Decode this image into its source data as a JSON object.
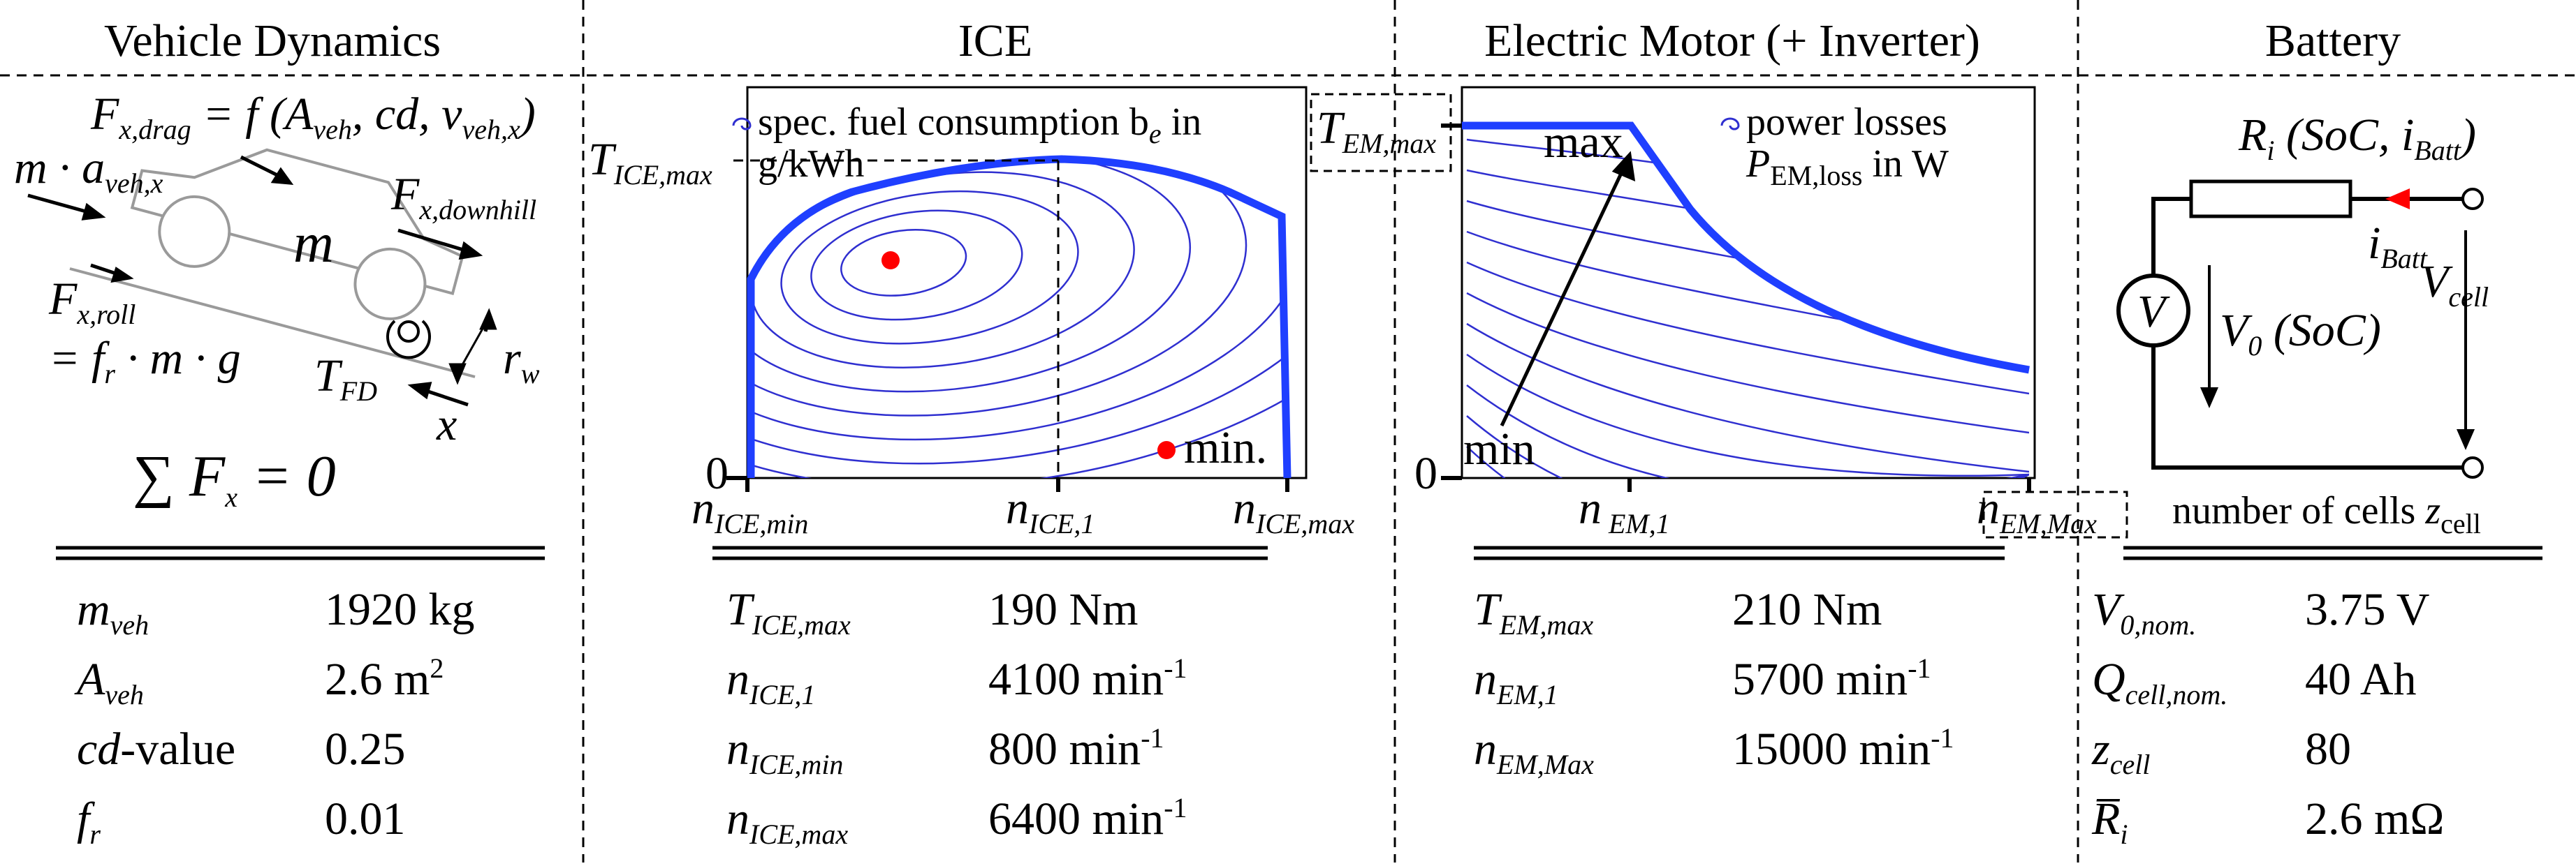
{
  "sections": [
    {
      "title": "Vehicle Dynamics"
    },
    {
      "title": "ICE"
    },
    {
      "title": "Electric Motor (+ Inverter)"
    },
    {
      "title": "Battery"
    }
  ],
  "colors": {
    "line": "#000000",
    "accent": "#1f3fff",
    "contour": "#2f2fd0",
    "marker": "#ff0000"
  },
  "vehicle": {
    "drag": {
      "sym": "F",
      "sub": "x,drag",
      "expr_a": " = f (A",
      "sub_a": "veh",
      "expr_b": ", cd, v",
      "sub_b": "veh,x",
      "expr_c": ")"
    },
    "mass_accel": {
      "sym": "m · a",
      "sub": "veh,x"
    },
    "downhill": {
      "sym": "F",
      "sub": "x,downhill"
    },
    "roll": {
      "sym": "F",
      "sub": "x,roll",
      "line2": "= f",
      "sub2": "r",
      "line2b": " · m · g"
    },
    "mass": "m",
    "final_drive": {
      "sym": "T",
      "sub": "FD"
    },
    "wheel_radius": {
      "sym": "r",
      "sub": "w"
    },
    "axis": "x",
    "equation": {
      "sym": "∑ F",
      "sub": "x",
      "rhs": " = 0"
    },
    "params": [
      {
        "sym": "m",
        "sub": "veh",
        "value": "1920 kg"
      },
      {
        "sym": "A",
        "sub": "veh",
        "value": "2.6 m",
        "sup": "2"
      },
      {
        "sym": "cd",
        "tail": "-value",
        "value": "0.25"
      },
      {
        "sym": "f",
        "sub": "r",
        "value": "0.01"
      }
    ]
  },
  "ice": {
    "legend_line1": "spec. fuel consumption b",
    "legend_sub": "e",
    "legend_tail": " in",
    "legend_line2": "g/kWh",
    "tmax": {
      "sym": "T",
      "sub": "ICE,max"
    },
    "zero": "0",
    "min_label": "min.",
    "ticks": [
      {
        "sym": "n",
        "sub": "ICE,min"
      },
      {
        "sym": "n",
        "sub": "ICE,1"
      },
      {
        "sym": "n",
        "sub": "ICE,max"
      }
    ],
    "params": [
      {
        "sym": "T",
        "sub": "ICE,max",
        "value": "190 Nm"
      },
      {
        "sym": "n",
        "sub": "ICE,1",
        "value": "4100 min",
        "sup": "-1"
      },
      {
        "sym": "n",
        "sub": "ICE,min",
        "value": "800 min",
        "sup": "-1"
      },
      {
        "sym": "n",
        "sub": "ICE,max",
        "value": "6400 min",
        "sup": "-1"
      }
    ]
  },
  "em": {
    "legend_line1": "power losses",
    "legend_sym": "P",
    "legend_sub": "EM,loss",
    "legend_tail": " in W",
    "tmax": {
      "sym": "T",
      "sub": "EM,max"
    },
    "zero": "0",
    "max_label": "max",
    "min_label": "min",
    "ticks": [
      {
        "sym": "n",
        "sub": "EM,1"
      },
      {
        "sym": "n",
        "sub": "EM,Max"
      }
    ],
    "params": [
      {
        "sym": "T",
        "sub": "EM,max",
        "value": "210 Nm"
      },
      {
        "sym": "n",
        "sub": "EM,1",
        "value": "5700 min",
        "sup": "-1"
      },
      {
        "sym": "n",
        "sub": "EM,Max",
        "value": "15000 min",
        "sup": "-1"
      }
    ]
  },
  "battery": {
    "resistor": {
      "sym": "R",
      "sub": "i",
      "args": " (SoC, i",
      "args_sub": "Batt",
      "args_tail": ")"
    },
    "current": {
      "sym": "i",
      "sub": "Batt"
    },
    "source": "V",
    "v0": {
      "sym": "V",
      "sub": "0",
      "args": " (SoC)"
    },
    "vcell": {
      "sym": "V",
      "sub": "cell"
    },
    "cells": {
      "text": "number of cells ",
      "sym": "z",
      "sub": "cell"
    },
    "params": [
      {
        "sym": "V",
        "sub": "0,nom.",
        "value": "3.75 V"
      },
      {
        "sym": "Q",
        "sub": "cell,nom.",
        "value": "40 Ah"
      },
      {
        "sym": "z",
        "sub": "cell",
        "value": "80"
      },
      {
        "sym": "R̅",
        "sub": "i",
        "value": "2.6 mΩ"
      }
    ]
  }
}
